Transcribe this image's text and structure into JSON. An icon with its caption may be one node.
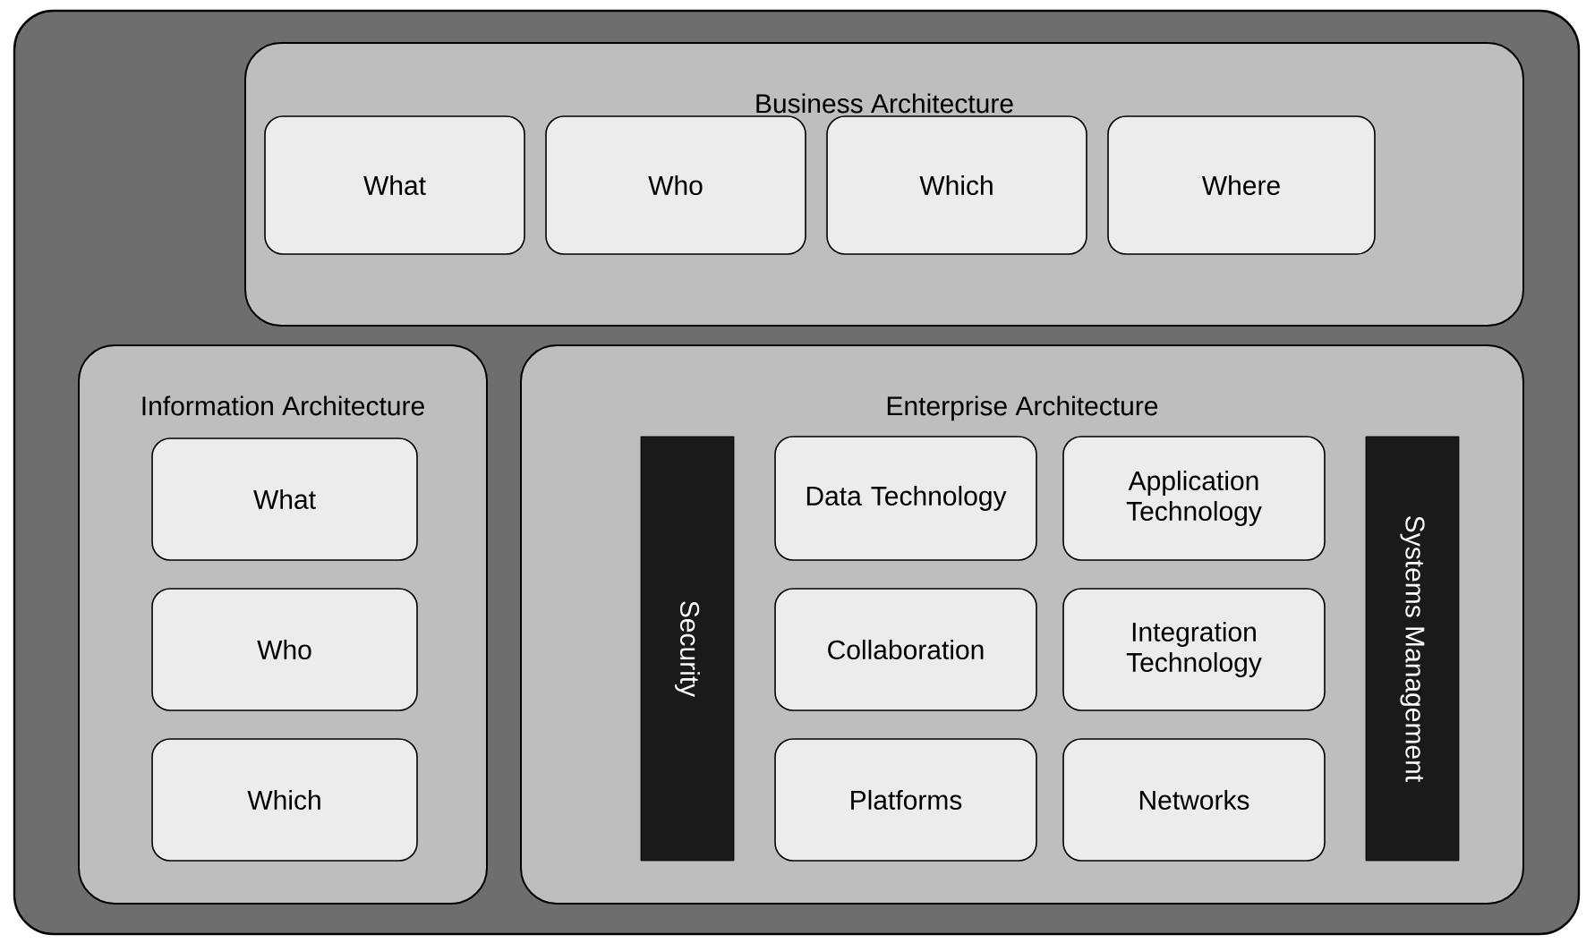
{
  "diagram": {
    "nodes": [
      {
        "text": [],
        "shape": "box"
      },
      {
        "text": [
          "Business Architecture"
        ],
        "in": 0
      },
      {
        "text": [
          "What"
        ],
        "in": 1
      },
      {
        "text": [
          "Who"
        ],
        "in": 1
      },
      {
        "text": [
          "Which"
        ],
        "in": 1
      },
      {
        "text": [
          "Where"
        ],
        "in": 1
      },
      {
        "text": [
          "Information Architecture"
        ],
        "in": 0
      },
      {
        "text": [
          "What"
        ],
        "in": 6
      },
      {
        "text": [
          "Who"
        ],
        "in": 6
      },
      {
        "text": [
          "Which"
        ],
        "in": 6
      },
      {
        "text": [
          "Enterprise Architecture"
        ],
        "in": 0
      },
      {
        "text": [
          "Security"
        ],
        "in": 10
      },
      {
        "text": [
          "Data Technology"
        ],
        "in": 10
      },
      {
        "text": [
          "Application Technology"
        ],
        "in": 10
      },
      {
        "text": [
          "Collaboration"
        ],
        "in": 10
      },
      {
        "text": [
          "Integration Technology"
        ],
        "in": 10
      },
      {
        "text": [
          "Platforms"
        ],
        "in": 10
      },
      {
        "text": [
          "Networks"
        ],
        "in": 10
      },
      {
        "text": [
          "Systems Management"
        ],
        "in": 10
      }
    ]
  }
}
